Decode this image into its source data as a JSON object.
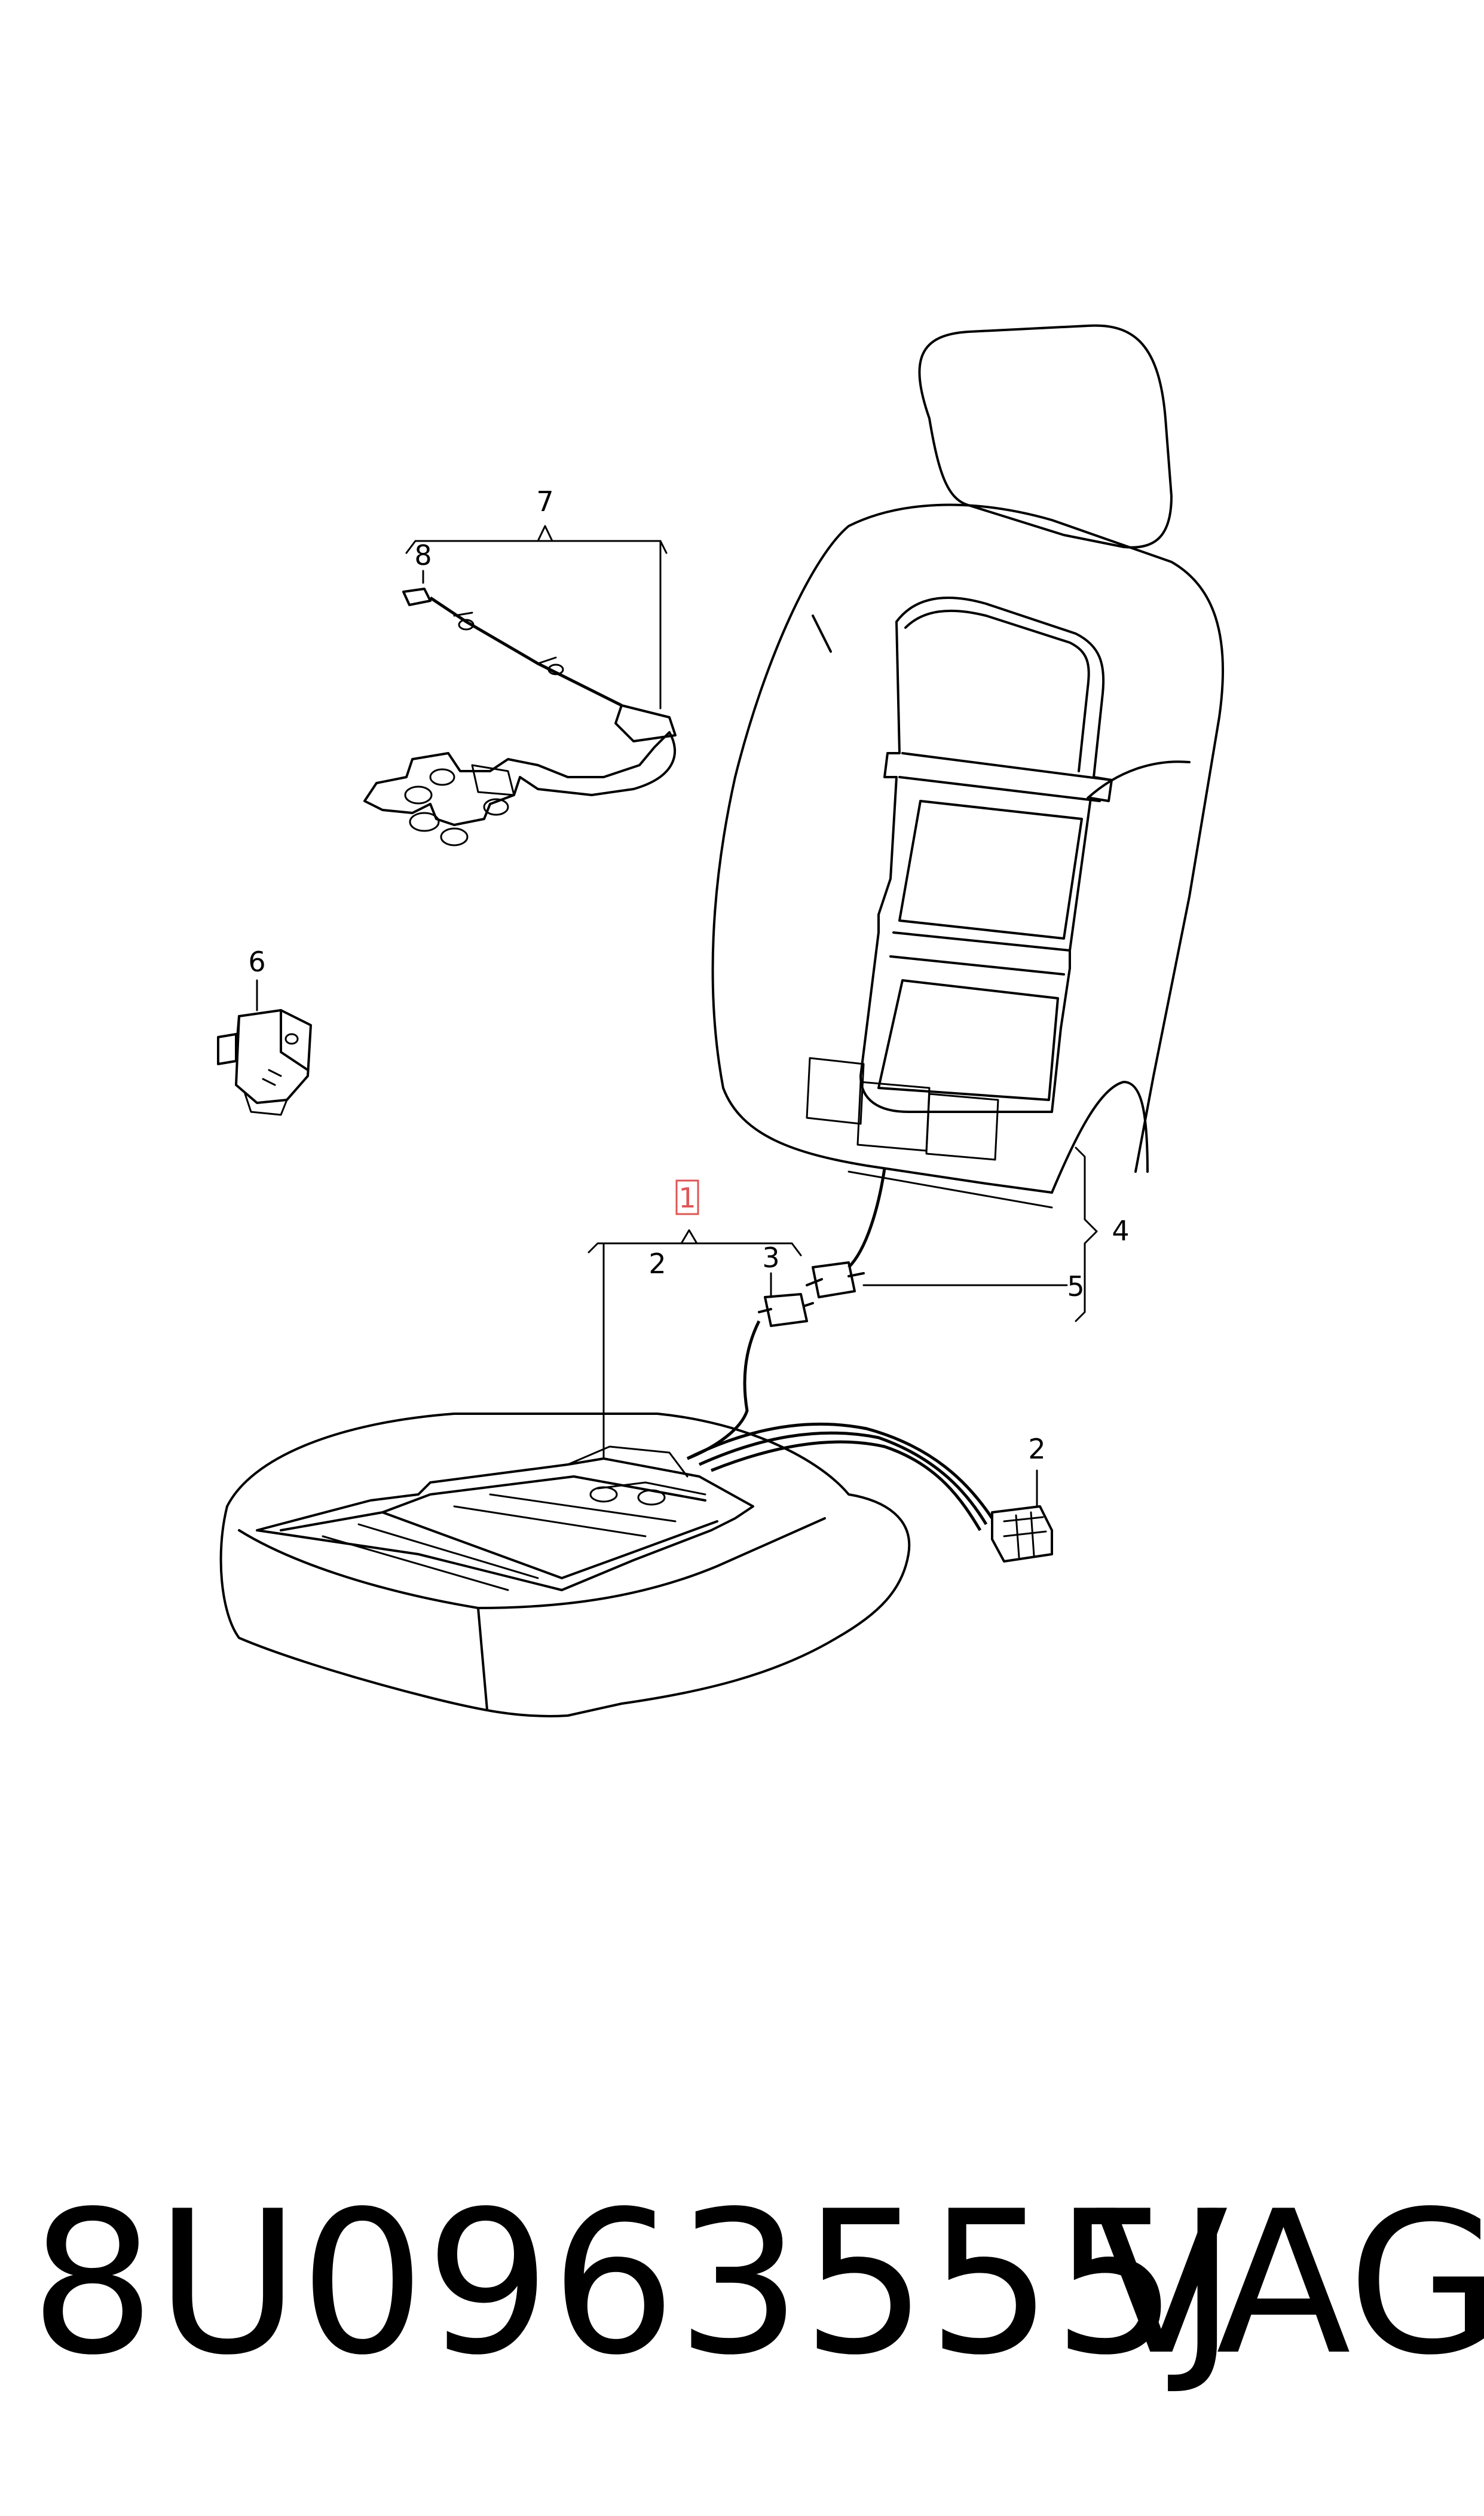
{
  "callouts": {
    "c1": "1",
    "c2_top": "2",
    "c2_right": "2",
    "c3": "3",
    "c4": "4",
    "c5": "5",
    "c6": "6",
    "c7": "7",
    "c8": "8"
  },
  "footer": {
    "part_number": "8U0963555J",
    "brand": "VAG"
  },
  "colors": {
    "line": "#000000",
    "highlight": "#e05555",
    "background": "#ffffff"
  }
}
